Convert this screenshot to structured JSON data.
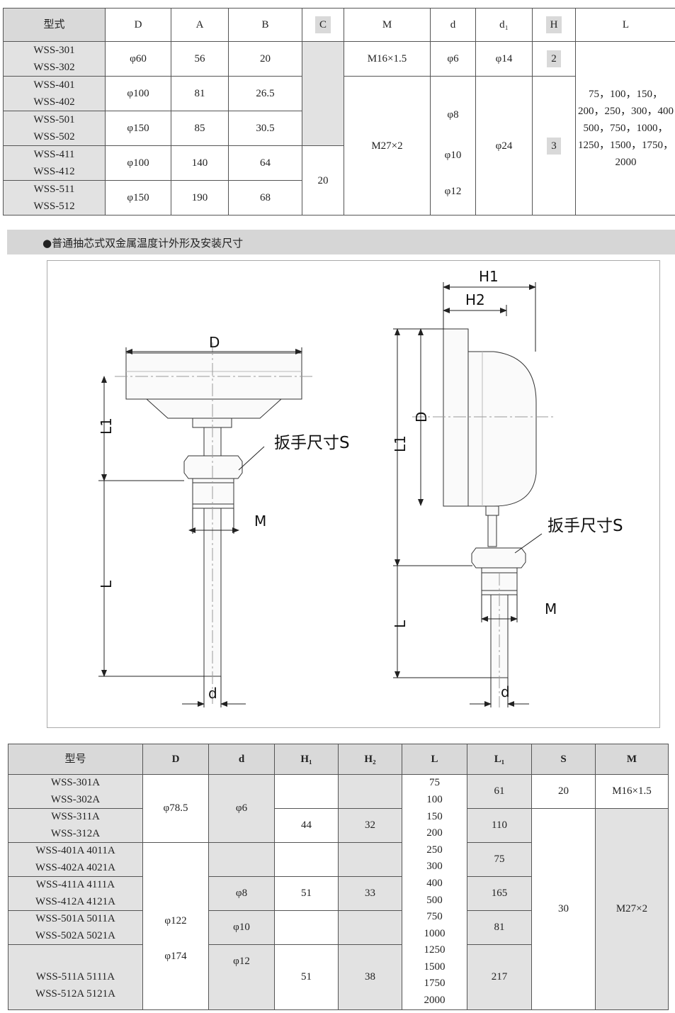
{
  "table1": {
    "headers": [
      "型式",
      "D",
      "A",
      "B",
      "C",
      "M",
      "d",
      "d₁",
      "H",
      "L"
    ],
    "rows": [
      {
        "model": "WSS-301\nWSS-302",
        "D": "φ60",
        "A": "56",
        "B": "20"
      },
      {
        "model": "WSS-401\nWSS-402",
        "D": "φ100",
        "A": "81",
        "B": "26.5"
      },
      {
        "model": "WSS-501\nWSS-502",
        "D": "φ150",
        "A": "85",
        "B": "30.5"
      },
      {
        "model": "WSS-411\nWSS-412",
        "D": "φ100",
        "A": "140",
        "B": "64"
      },
      {
        "model": "WSS-511\nWSS-512",
        "D": "φ150",
        "A": "190",
        "B": "68"
      }
    ],
    "C_value": "20",
    "M_values": [
      "M16×1.5",
      "M27×2"
    ],
    "d_values": [
      "φ6",
      "φ8",
      "φ10",
      "φ12"
    ],
    "d1_values": [
      "φ14",
      "φ24"
    ],
    "H_values": [
      "2",
      "3"
    ],
    "L_value": "75，100，150，200，250，300，400 500，750，1000，1250，1500，1750，2000"
  },
  "section": {
    "title": "●普通抽芯式双金属温度计外形及安装尺寸"
  },
  "drawing": {
    "labels": {
      "D": "D",
      "L1": "L1",
      "L": "L",
      "M": "M",
      "d": "d",
      "H1": "H1",
      "H2": "H2",
      "wrench": "扳手尺寸S"
    }
  },
  "table2": {
    "headers": [
      "型号",
      "D",
      "d",
      "H₁",
      "H₂",
      "L",
      "L₁",
      "S",
      "M"
    ],
    "models": [
      [
        "WSS-301A",
        "WSS-302A"
      ],
      [
        "WSS-311A",
        "WSS-312A"
      ],
      [
        "WSS-401A  4011A",
        "WSS-402A  4021A"
      ],
      [
        "WSS-411A  4111A",
        "WSS-412A  4121A"
      ],
      [
        "WSS-501A  5011A",
        "WSS-502A  5021A"
      ],
      [
        "WSS-511A  5111A",
        "WSS-512A  5121A"
      ]
    ],
    "D_values": [
      "φ78.5",
      "φ122",
      "φ174"
    ],
    "d_values": [
      "φ6",
      "φ8",
      "φ10",
      "φ12"
    ],
    "H1_values": [
      "44",
      "51",
      "51"
    ],
    "H2_values": [
      "32",
      "33",
      "38"
    ],
    "L_values": [
      "75",
      "100",
      "150",
      "200",
      "250",
      "300",
      "400",
      "500",
      "750",
      "1000",
      "1250",
      "1500",
      "1750",
      "2000"
    ],
    "L1_values": [
      "61",
      "110",
      "75",
      "165",
      "81",
      "217"
    ],
    "S_values": [
      "20",
      "30"
    ],
    "M_values": [
      "M16×1.5",
      "M27×2"
    ]
  }
}
